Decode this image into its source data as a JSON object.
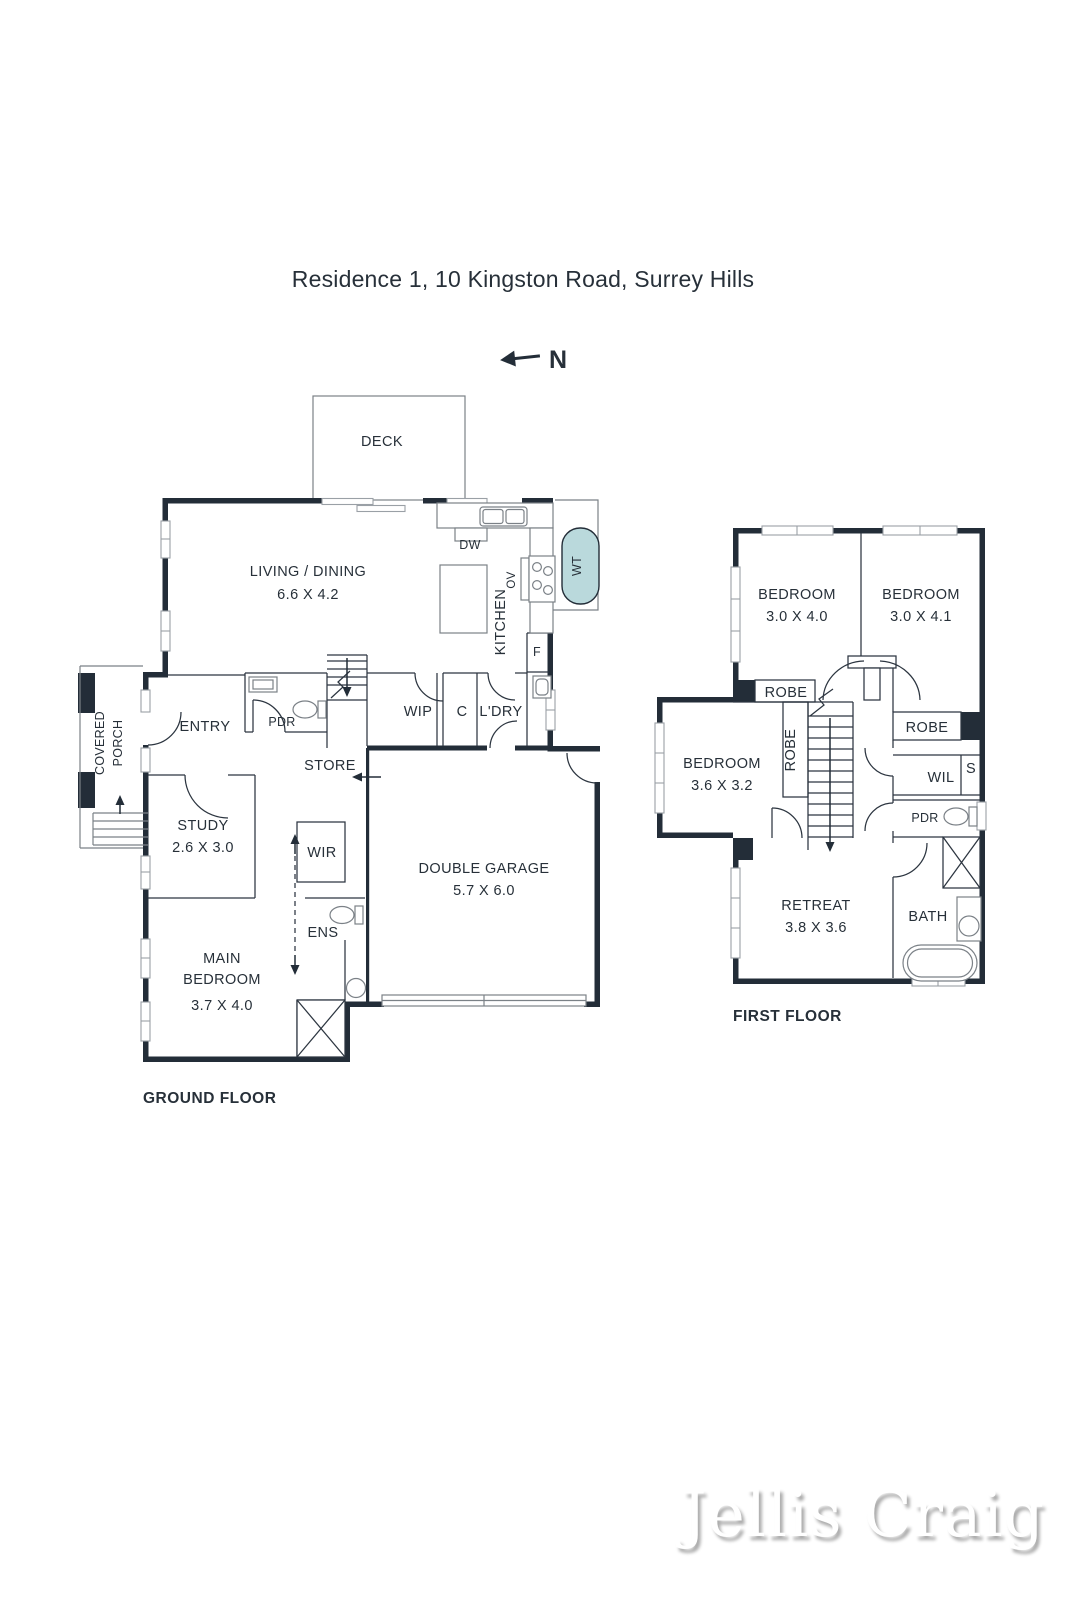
{
  "title": "Residence 1, 10 Kingston Road, Surrey Hills",
  "compass": {
    "north_label": "N"
  },
  "brand": {
    "name": "Jellis Craig"
  },
  "colors": {
    "wall": "#232d38",
    "water_tank_fill": "#bad9dc",
    "text": "#273039",
    "watermark_shadow": "#ababab"
  },
  "ground_floor": {
    "floor_label": "GROUND FLOOR",
    "rooms": {
      "deck": {
        "label": "DECK"
      },
      "living_dining": {
        "label": "LIVING / DINING",
        "dims": "6.6 X 4.2"
      },
      "kitchen": {
        "label": "KITCHEN"
      },
      "entry": {
        "label": "ENTRY"
      },
      "covered_porch": {
        "line1": "COVERED",
        "line2": "PORCH"
      },
      "pdr": {
        "label": "PDR"
      },
      "store": {
        "label": "STORE"
      },
      "wip": {
        "label": "WIP"
      },
      "closet": {
        "label": "C"
      },
      "laundry": {
        "label": "L'DRY"
      },
      "study": {
        "label": "STUDY",
        "dims": "2.6 X 3.0"
      },
      "wir": {
        "label": "WIR"
      },
      "ens": {
        "label": "ENS"
      },
      "main_bedroom": {
        "line1": "MAIN",
        "line2": "BEDROOM",
        "dims": "3.7 X 4.0"
      },
      "double_garage": {
        "label": "DOUBLE GARAGE",
        "dims": "5.7 X 6.0"
      }
    },
    "appliances": {
      "dw": "DW",
      "ov": "OV",
      "wt": "WT",
      "fridge": "F"
    }
  },
  "first_floor": {
    "floor_label": "FIRST FLOOR",
    "rooms": {
      "bedroom1": {
        "label": "BEDROOM",
        "dims": "3.0 X 4.0"
      },
      "bedroom2": {
        "label": "BEDROOM",
        "dims": "3.0 X 4.1"
      },
      "bedroom3": {
        "label": "BEDROOM",
        "dims": "3.6 X 3.2"
      },
      "robe1": {
        "label": "ROBE"
      },
      "robe2": {
        "label": "ROBE"
      },
      "robe3": {
        "label": "ROBE"
      },
      "wil": {
        "label": "WIL"
      },
      "storage": {
        "label": "S"
      },
      "pdr": {
        "label": "PDR"
      },
      "retreat": {
        "label": "RETREAT",
        "dims": "3.8 X 3.6"
      },
      "bath": {
        "label": "BATH"
      }
    }
  }
}
